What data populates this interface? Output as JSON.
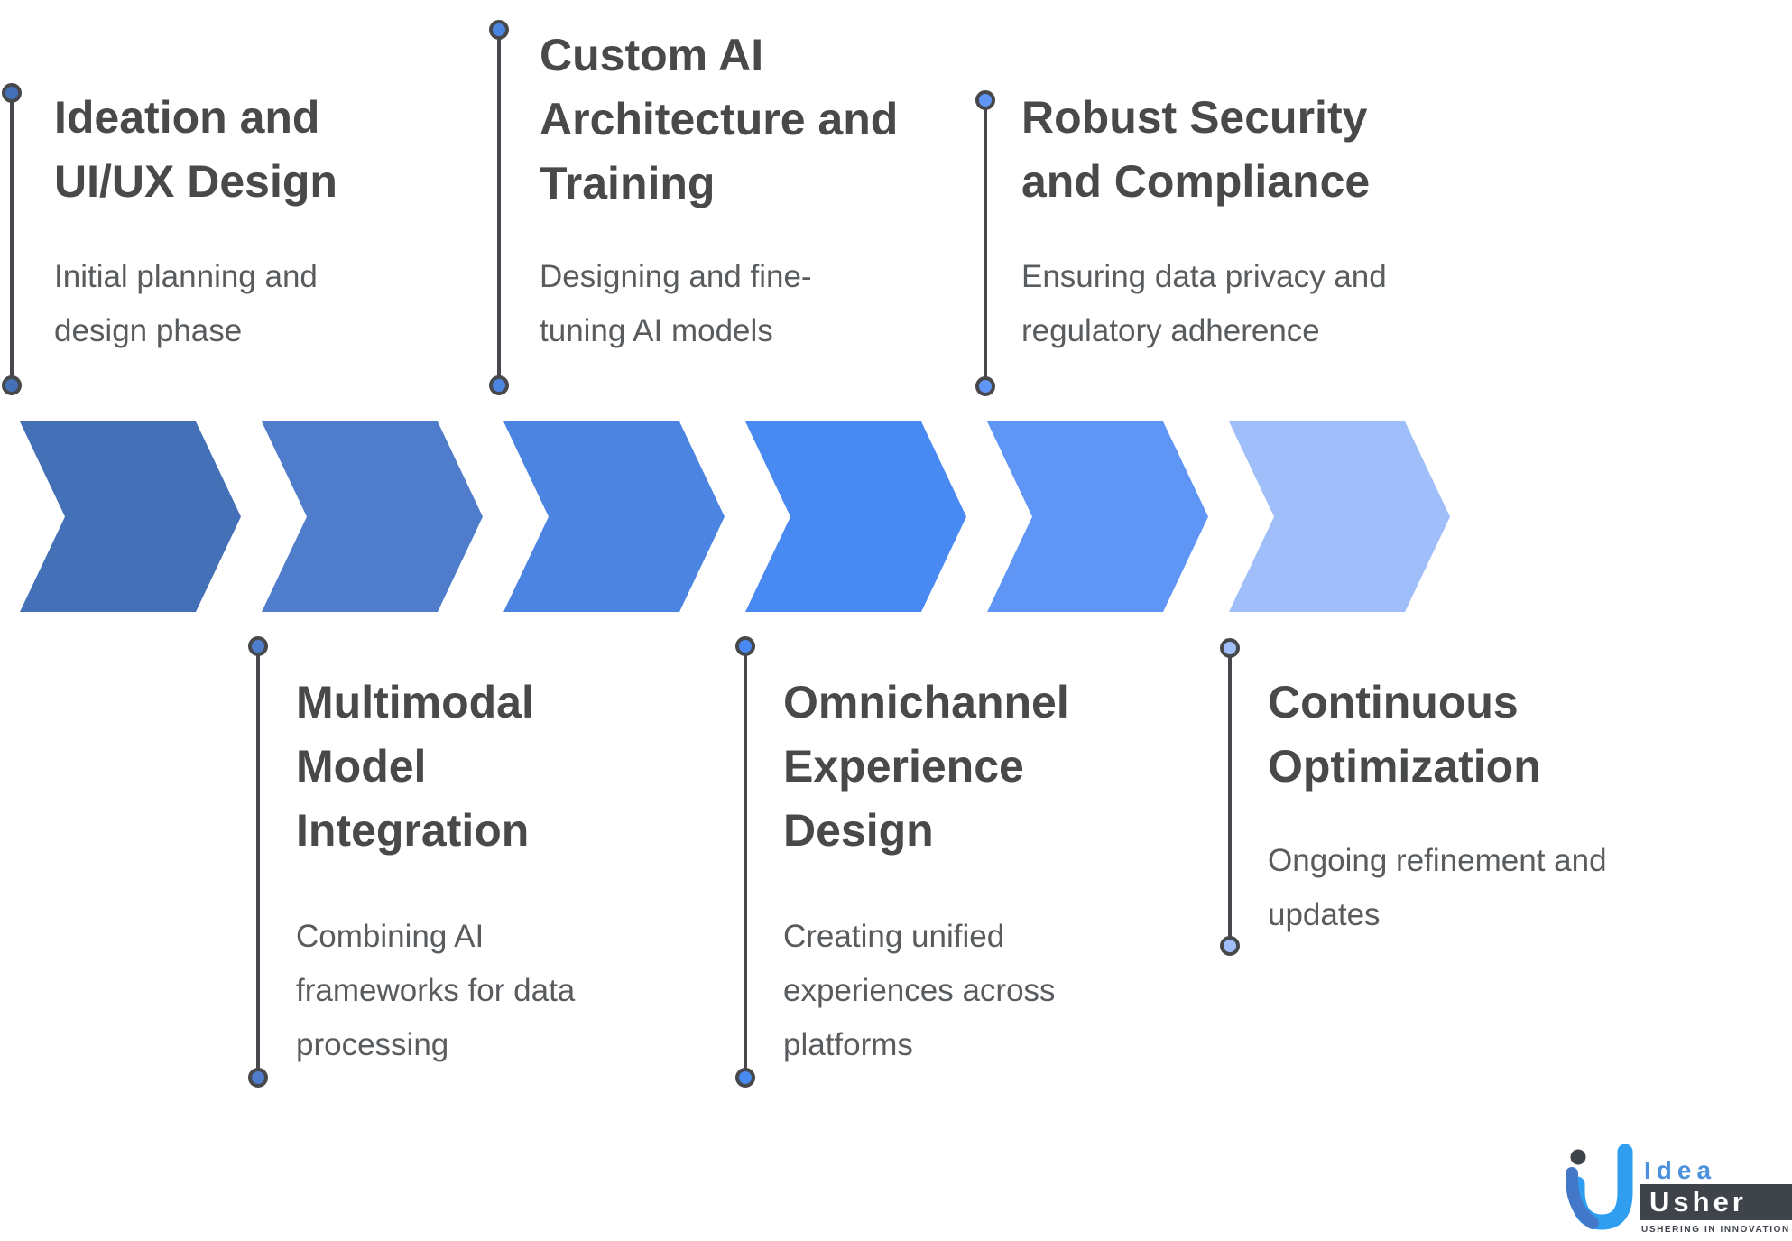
{
  "stages": [
    {
      "id": 1,
      "row": "top",
      "title": "Ideation and\nUI/UX Design",
      "description": "Initial planning and\ndesign phase",
      "color": "#4470B7"
    },
    {
      "id": 2,
      "row": "bottom",
      "title": "Multimodal\nModel\nIntegration",
      "description": "Combining AI\nframeworks for data\nprocessing",
      "color": "#4F7DCB"
    },
    {
      "id": 3,
      "row": "top",
      "title": "Custom AI\nArchitecture and\nTraining",
      "description": "Designing and fine-\ntuning AI models",
      "color": "#4C84E2"
    },
    {
      "id": 4,
      "row": "bottom",
      "title": "Omnichannel\nExperience\nDesign",
      "description": "Creating unified\nexperiences across\nplatforms",
      "color": "#4889F2"
    },
    {
      "id": 5,
      "row": "top",
      "title": "Robust Security\nand Compliance",
      "description": "Ensuring data privacy and\nregulatory adherence",
      "color": "#5F95F5"
    },
    {
      "id": 6,
      "row": "bottom",
      "title": "Continuous\nOptimization",
      "description": "Ongoing refinement and\nupdates",
      "color": "#9FBEFA"
    }
  ],
  "logo": {
    "brand_top": "Idea",
    "brand_bottom": "Usher",
    "tagline": "USHERING IN INNOVATION"
  },
  "colors": {
    "title_text": "#47494b",
    "description_text": "#595c5f",
    "connector": "#46484b",
    "logo_blue": "#4b90dc",
    "logo_slate": "#3e444a"
  }
}
